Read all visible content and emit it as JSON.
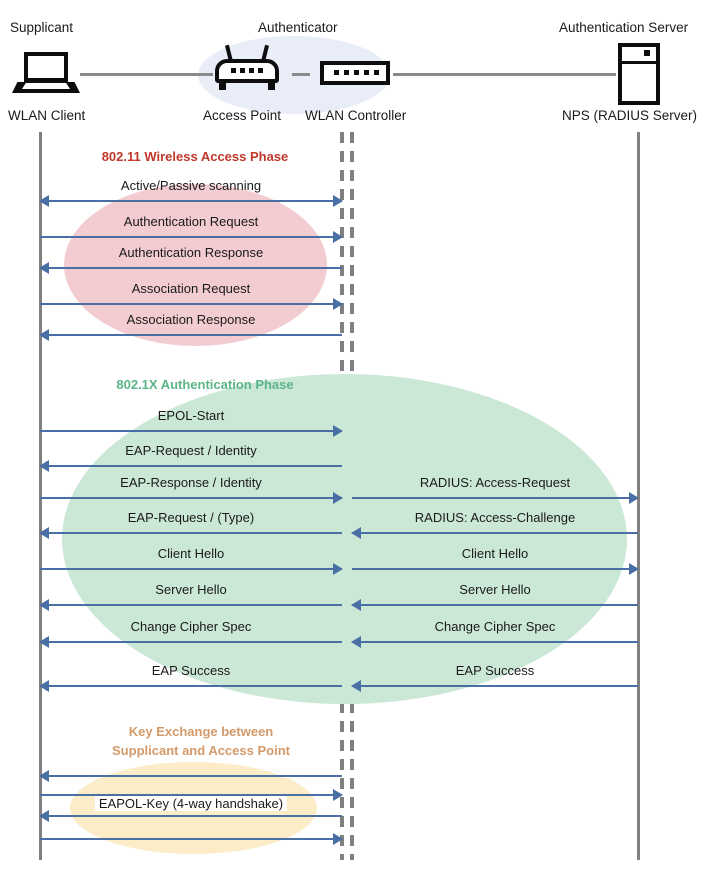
{
  "header": {
    "roles": [
      {
        "role_label": "Supplicant",
        "device_label": "WLAN Client",
        "icon": "laptop-icon"
      },
      {
        "role_label": "Authenticator",
        "device_label": "Access Point",
        "icon": "access-point-icon"
      },
      {
        "role_label": "",
        "device_label": "WLAN Controller",
        "icon": "wlan-controller-icon"
      },
      {
        "role_label": "Authentication Server",
        "device_label": "NPS (RADIUS Server)",
        "icon": "server-icon"
      }
    ]
  },
  "colors": {
    "phase1_fill": "#f2ccd1",
    "phase1_text": "#c0392b",
    "phase2_fill": "#cbe8d6",
    "phase2_text": "#5cb487",
    "phase3_fill": "#fcecc8",
    "phase3_text": "#d49a6a",
    "arrow": "#4a6fa5",
    "lifeline": "#808080",
    "authenticator_fill": "#e8edf7"
  },
  "phases": [
    {
      "id": "wireless-access-phase",
      "title": "802.11 Wireless Access Phase",
      "messages": [
        {
          "label": "Active/Passive scanning",
          "direction": "both",
          "side": "left"
        },
        {
          "label": "Authentication Request",
          "direction": "right",
          "side": "left"
        },
        {
          "label": "Authentication Response",
          "direction": "left",
          "side": "left"
        },
        {
          "label": "Association Request",
          "direction": "right",
          "side": "left"
        },
        {
          "label": "Association Response",
          "direction": "left",
          "side": "left"
        }
      ]
    },
    {
      "id": "dot1x-authentication-phase",
      "title": "802.1X Authentication Phase",
      "messages": [
        {
          "label": "EPOL-Start",
          "direction": "right",
          "side": "left"
        },
        {
          "label": "EAP-Request / Identity",
          "direction": "left",
          "side": "left"
        },
        {
          "label": "EAP-Response / Identity",
          "direction": "right",
          "side": "left"
        },
        {
          "label": "EAP-Request / (Type)",
          "direction": "left",
          "side": "left"
        },
        {
          "label": "Client Hello",
          "direction": "right",
          "side": "left"
        },
        {
          "label": "Server Hello",
          "direction": "left",
          "side": "left"
        },
        {
          "label": "Change Cipher Spec",
          "direction": "left",
          "side": "left"
        },
        {
          "label": "EAP Success",
          "direction": "left",
          "side": "left"
        },
        {
          "label": "RADIUS: Access-Request",
          "direction": "right",
          "side": "right"
        },
        {
          "label": "RADIUS: Access-Challenge",
          "direction": "left",
          "side": "right"
        },
        {
          "label": "Client Hello",
          "direction": "right",
          "side": "right"
        },
        {
          "label": "Server Hello",
          "direction": "left",
          "side": "right"
        },
        {
          "label": "Change Cipher Spec",
          "direction": "left",
          "side": "right"
        },
        {
          "label": "EAP Success",
          "direction": "left",
          "side": "right"
        }
      ]
    },
    {
      "id": "key-exchange-phase",
      "title_line1": "Key Exchange between",
      "title_line2": "Supplicant and Access Point",
      "messages": [
        {
          "label": "",
          "direction": "left",
          "side": "left"
        },
        {
          "label": "",
          "direction": "right",
          "side": "left"
        },
        {
          "label": "EAPOL-Key (4-way handshake)",
          "direction": "left",
          "side": "left"
        },
        {
          "label": "",
          "direction": "right",
          "side": "left"
        }
      ]
    }
  ]
}
